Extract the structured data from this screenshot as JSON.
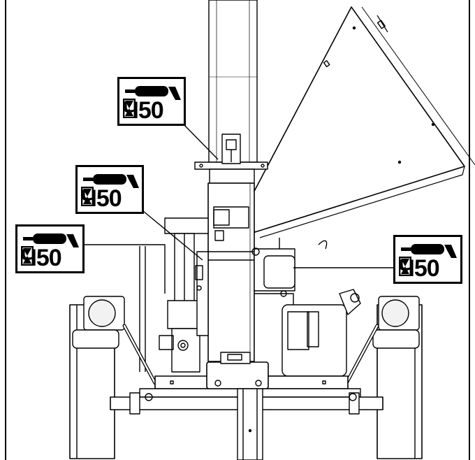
{
  "lubrication_labels": [
    {
      "id": "top",
      "interval": "50"
    },
    {
      "id": "upper-left",
      "interval": "50"
    },
    {
      "id": "lower-left",
      "interval": "50"
    },
    {
      "id": "right",
      "interval": "50"
    }
  ],
  "icons": {
    "grease_gun": "grease-gun-icon",
    "hourglass": "hourglass-icon",
    "hour_prefix": "Ч"
  },
  "colors": {
    "line": "#000000",
    "background": "#ffffff",
    "fill_light": "#f2f2f2"
  }
}
